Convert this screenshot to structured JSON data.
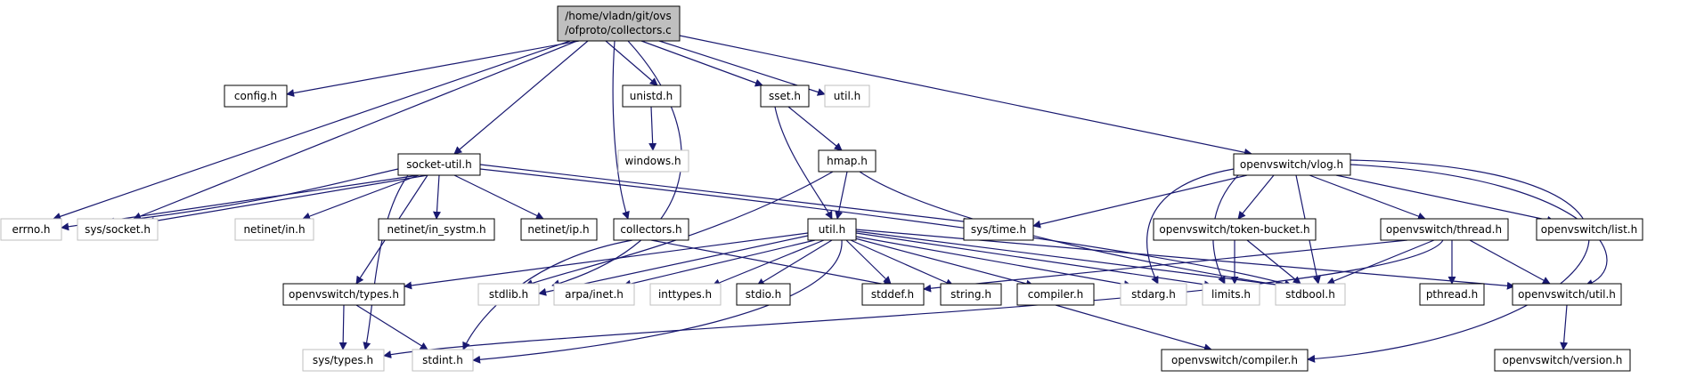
{
  "colors": {
    "edge": "#191970",
    "box_border": "#000000",
    "box_border_external": "#bfbfbf",
    "root_fill": "#bfbfbf",
    "box_fill": "#ffffff"
  },
  "nodes": {
    "root": {
      "line1": "/home/vladn/git/ovs",
      "line2": "/ofproto/collectors.c"
    },
    "config": "config.h",
    "unistd": "unistd.h",
    "sset": "sset.h",
    "util_top": "util.h",
    "windows": "windows.h",
    "hmap": "hmap.h",
    "socket_util": "socket-util.h",
    "vlog": "openvswitch/vlog.h",
    "errno": "errno.h",
    "sys_socket": "sys/socket.h",
    "netinet_in": "netinet/in.h",
    "in_systm": "netinet/in_systm.h",
    "netinet_ip": "netinet/ip.h",
    "collectors": "collectors.h",
    "util": "util.h",
    "sys_time": "sys/time.h",
    "token_bucket": "openvswitch/token-bucket.h",
    "thread": "openvswitch/thread.h",
    "list": "openvswitch/list.h",
    "types": "openvswitch/types.h",
    "stdlib": "stdlib.h",
    "arpa_inet": "arpa/inet.h",
    "inttypes": "inttypes.h",
    "stdio": "stdio.h",
    "stddef": "stddef.h",
    "string": "string.h",
    "compiler": "compiler.h",
    "stdarg": "stdarg.h",
    "limits": "limits.h",
    "stdbool": "stdbool.h",
    "pthread": "pthread.h",
    "ovs_util": "openvswitch/util.h",
    "sys_types": "sys/types.h",
    "stdint": "stdint.h",
    "ovs_compiler": "openvswitch/compiler.h",
    "ovs_version": "openvswitch/version.h"
  }
}
